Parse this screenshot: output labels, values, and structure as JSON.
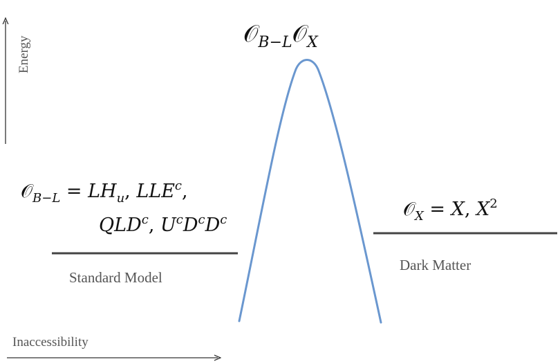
{
  "axes": {
    "vertical_label": "Energy",
    "horizontal_label": "Inaccessibility"
  },
  "barrier": {
    "label": "𝒪B−L𝒪X",
    "color": "#6a97cf"
  },
  "left": {
    "operators_line1": "𝒪B−L = LHu,  LLEc,",
    "operators_line2": "QLDc,  UcDcDc",
    "sector_label": "Standard Model"
  },
  "right": {
    "operators": "𝒪X = X,  X2",
    "sector_label": "Dark Matter"
  },
  "colors": {
    "level_line": "#444444",
    "axis": "#333333"
  }
}
